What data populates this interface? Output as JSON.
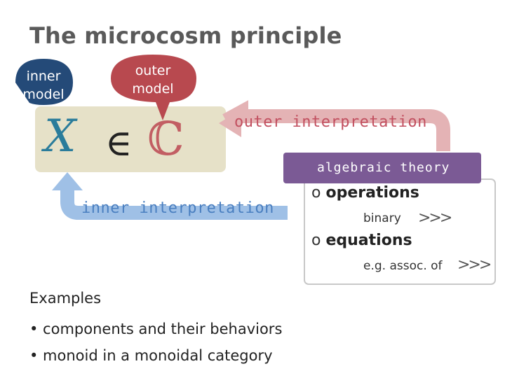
{
  "title": "The microcosm principle",
  "bubbles": {
    "inner_model": [
      "inner",
      "model"
    ],
    "outer_model": [
      "outer",
      "model"
    ]
  },
  "formula": {
    "object": "X",
    "relation": "∈",
    "category": "ℂ"
  },
  "arrows": {
    "outer": "outer interpretation",
    "inner": "inner interpretation"
  },
  "theory_box": {
    "title": "algebraic theory",
    "items": [
      {
        "bullet": "o",
        "label": "operations",
        "sub": "binary",
        "symbol": ">>>"
      },
      {
        "bullet": "o",
        "label": "equations",
        "sub": "e.g. assoc. of",
        "symbol": ">>>"
      }
    ]
  },
  "examples": {
    "heading": "Examples",
    "items": [
      "• components and their behaviors",
      "• monoid in a monoidal category"
    ]
  },
  "colors": {
    "inner_bubble": "#244a78",
    "outer_bubble": "#b8494f",
    "formula_bg": "#e6e1c8",
    "outer_arrow": "#e4b3b5",
    "inner_arrow": "#9fc0e6",
    "theory_header": "#7b5a95"
  }
}
